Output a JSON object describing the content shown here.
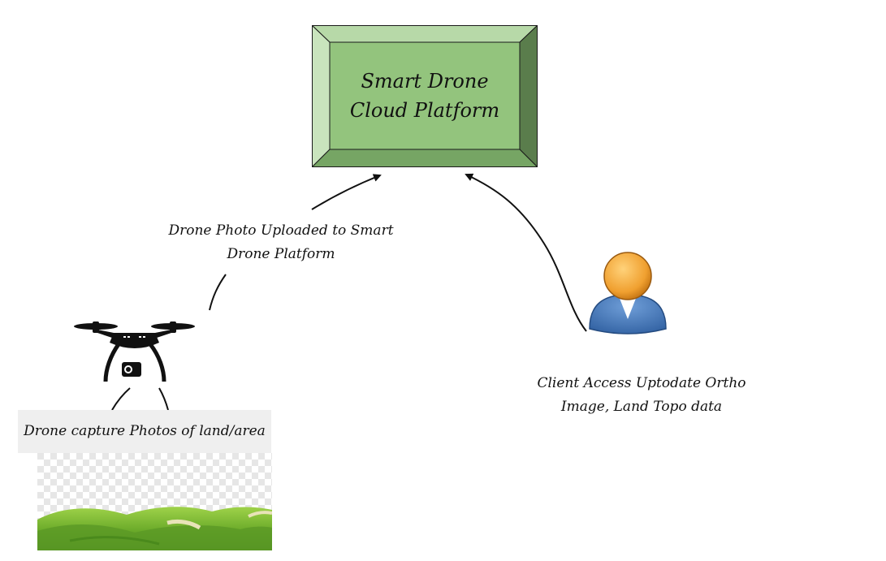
{
  "nodes": {
    "platform": {
      "label": "Smart Drone Cloud Platform",
      "color": "#93c47d"
    },
    "drone": {
      "icon": "drone-icon"
    },
    "client": {
      "icon": "user-icon"
    },
    "land": {
      "icon": "land-icon"
    }
  },
  "captions": {
    "upload": "Drone Photo Uploaded to Smart Drone Platform",
    "client": "Client Access Uptodate Ortho Image, Land Topo data",
    "capture": "Drone capture Photos of land/area"
  },
  "edges": [
    {
      "from": "drone",
      "to": "platform",
      "label": "Drone Photo Uploaded to Smart Drone Platform"
    },
    {
      "from": "client",
      "to": "platform",
      "label": "Client Access Uptodate Ortho Image, Land Topo data"
    },
    {
      "from": "drone",
      "to": "land",
      "label": "Drone capture Photos of land/area"
    }
  ]
}
